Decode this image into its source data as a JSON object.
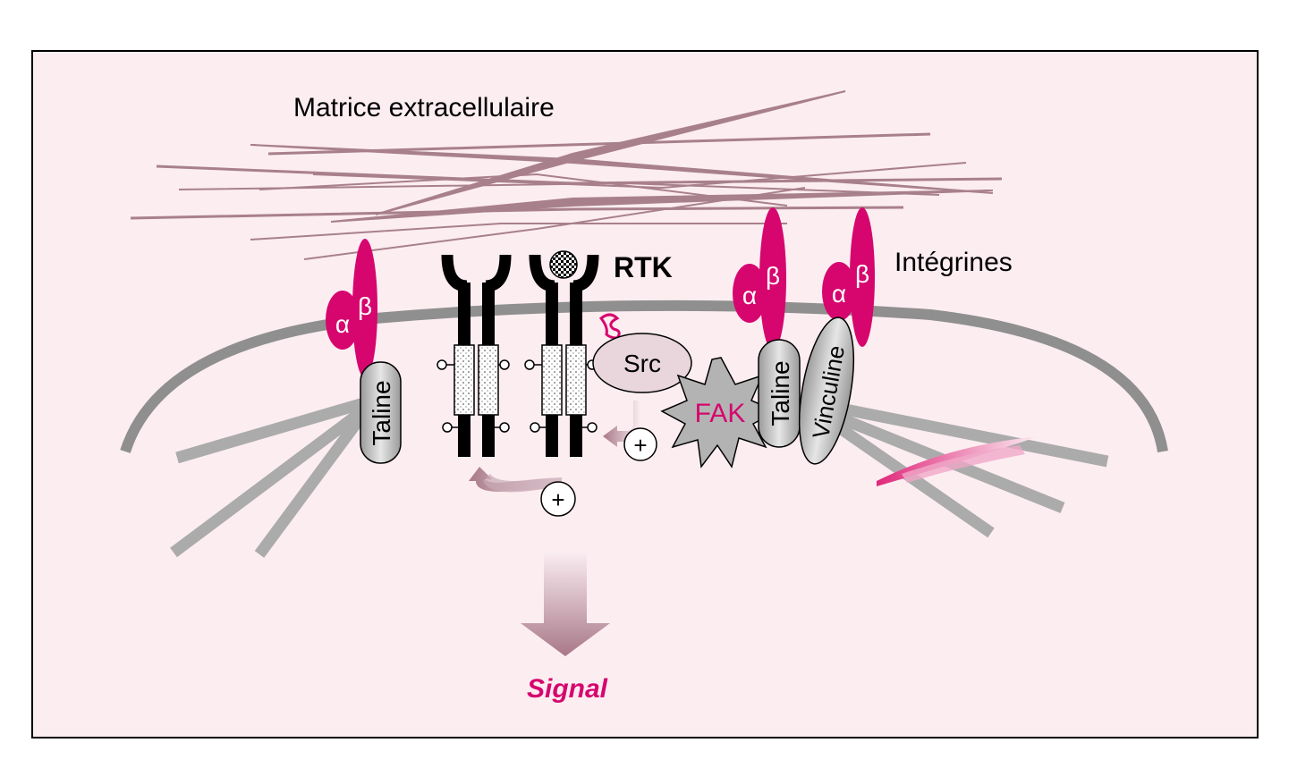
{
  "labels": {
    "ecm": "Matrice extracellulaire",
    "rtk": "RTK",
    "integrines": "Intégrines",
    "src": "Src",
    "fak": "FAK",
    "talin": "Taline",
    "vinculin": "Vinculine",
    "alpha": "α",
    "beta": "β",
    "plus": "+",
    "signal": "Signal"
  },
  "colors": {
    "background": "#fcedf1",
    "fiber": "#a8808c",
    "magenta": "#d6066e",
    "membrane": "#8f8f8f",
    "actin": "#ababab",
    "arrow": "#c8a8b4"
  }
}
